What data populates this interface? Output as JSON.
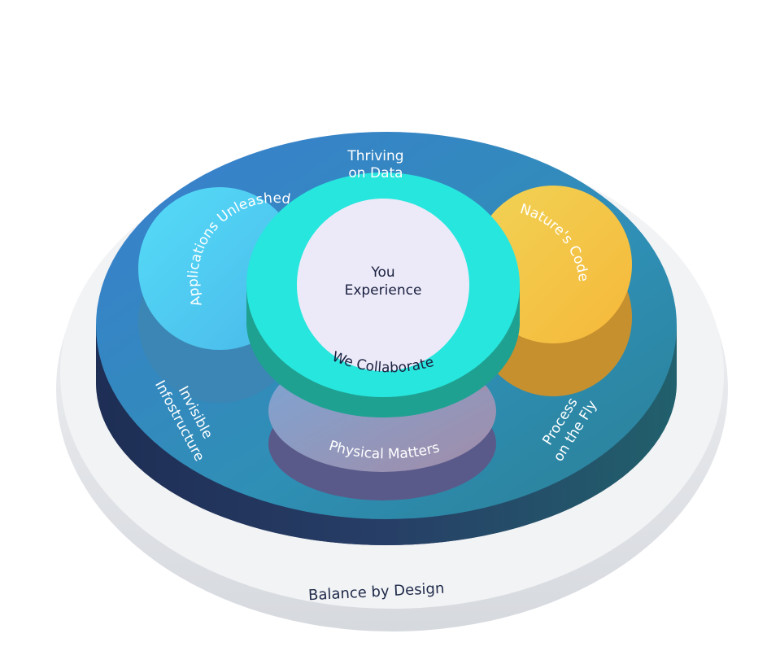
{
  "diagram": {
    "center": {
      "line1": "You",
      "line2": "Experience"
    },
    "ring": "We Collaborate",
    "lobes": {
      "top_left": "Applications Unleashed",
      "top_right": "Nature's Code",
      "bottom": "Physical Matters"
    },
    "outer": {
      "top": {
        "line1": "Thriving",
        "line2": "on Data"
      },
      "left": {
        "line1": "Invisible",
        "line2": "Infostructure"
      },
      "right": {
        "line1": "Process",
        "line2": "on the Fly"
      }
    },
    "base": "Balance by Design",
    "colors": {
      "base": "#e4e6ea",
      "outer_disk": "#2f63a8",
      "applications": "#55d2f5",
      "nature": "#f5c93c",
      "physical": "#9b8fc0",
      "ring": "#27e6de",
      "center": "#eceaf8"
    }
  }
}
